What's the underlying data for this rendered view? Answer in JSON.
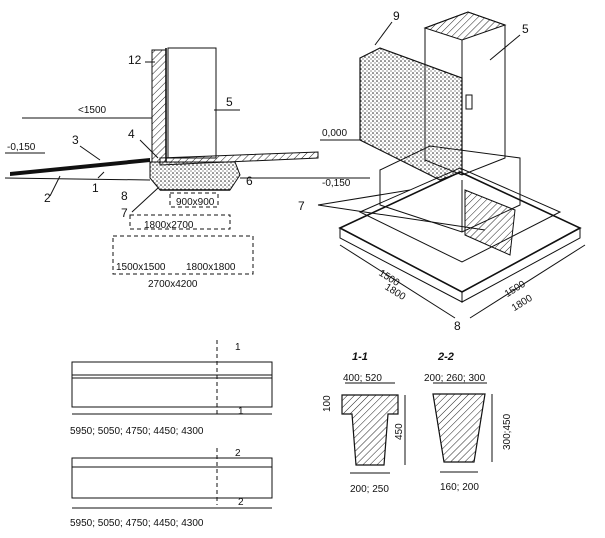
{
  "section": {
    "elev_minus_0150": "-0,150",
    "dim_lt_1500": "<1500",
    "labels": {
      "n1": "1",
      "n2": "2",
      "n3": "3",
      "n4": "4",
      "n5": "5",
      "n6": "6",
      "n7": "7",
      "n8": "8",
      "n12": "12"
    },
    "size_900": "900x900",
    "size_1800x2700": "1800x2700",
    "size_1500": "1500x1500",
    "size_1800x1800": "1800x1800",
    "size_2700x4200": "2700x4200"
  },
  "iso": {
    "label_9": "9",
    "label_5": "5",
    "label_7": "7",
    "label_8": "8",
    "elev_0000": "0,000",
    "elev_minus_0150": "-0,150",
    "dim_left_1500": "1500",
    "dim_left_1800": "1800",
    "dim_right_1500": "1500",
    "dim_right_1800": "1800"
  },
  "beams": {
    "beam1": {
      "cut_top": "1",
      "cut_bottom": "1",
      "lengths": "5950; 5050; 4750; 4450; 4300"
    },
    "beam2": {
      "cut_top": "2",
      "cut_bottom": "2",
      "lengths": "5950; 5050; 4750; 4450; 4300"
    }
  },
  "sections": {
    "s11": {
      "title": "1-1",
      "top": "400; 520",
      "left": "100",
      "right": "450",
      "bottom": "200; 250"
    },
    "s22": {
      "title": "2-2",
      "top": "200; 260; 300",
      "right": "300;450",
      "bottom": "160; 200"
    }
  }
}
